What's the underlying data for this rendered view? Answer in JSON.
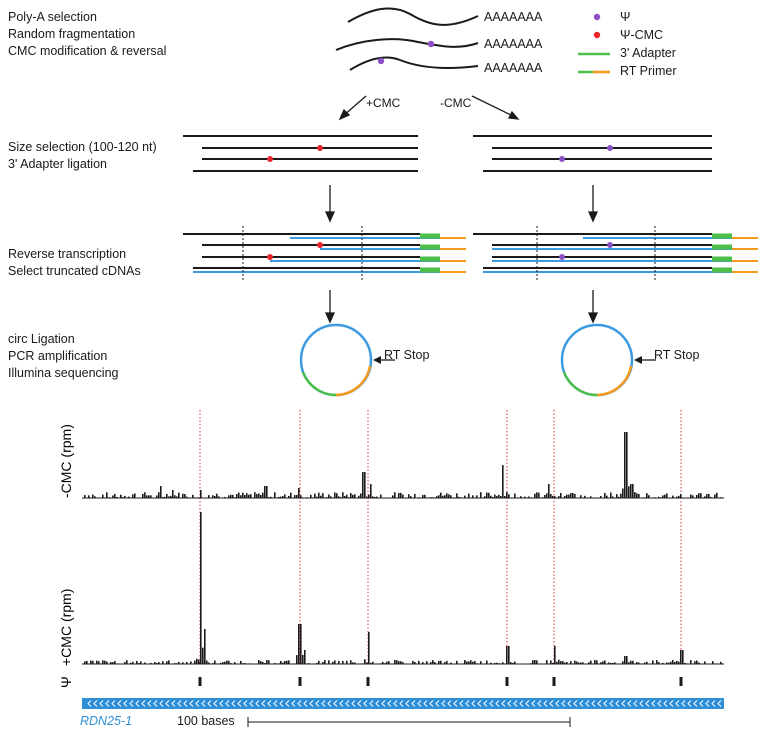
{
  "steps": {
    "s1": [
      "Poly-A selection",
      "Random fragmentation",
      "CMC modification & reversal"
    ],
    "s2": [
      "Size selection (100-120 nt)",
      "3' Adapter ligation"
    ],
    "s3": [
      "Reverse transcription",
      "Select truncated cDNAs"
    ],
    "s4": [
      "circ Ligation",
      "PCR amplification",
      "Illumina sequencing"
    ]
  },
  "polyA": "AAAAAAA",
  "legend": [
    {
      "label": "Ψ",
      "kind": "dot",
      "color": "#8b4fc6"
    },
    {
      "label": "Ψ-CMC",
      "kind": "dot",
      "color": "#e8252a"
    },
    {
      "label": "3' Adapter",
      "kind": "line",
      "color": "#4cbf4b"
    },
    {
      "label": "RT Primer",
      "kind": "line2",
      "color": "#f59a1d"
    }
  ],
  "branches": {
    "plus": "+CMC",
    "minus": "-CMC"
  },
  "rt_stop": "RT Stop",
  "colors": {
    "read": "#1a1a1a",
    "cdna": "#3c9ae0",
    "adapter": "#4cbf4b",
    "primer": "#f59a1d",
    "psi": "#8b4fc6",
    "psi_cmc": "#e8252a",
    "marker": "#d63a3a"
  },
  "tracks": {
    "top_label": "-CMC (rpm)",
    "bottom_label": "+CMC (rpm)",
    "psi_label": "Ψ"
  },
  "gene": {
    "name": "RDN25-1"
  },
  "scale": {
    "label": "100 bases"
  }
}
